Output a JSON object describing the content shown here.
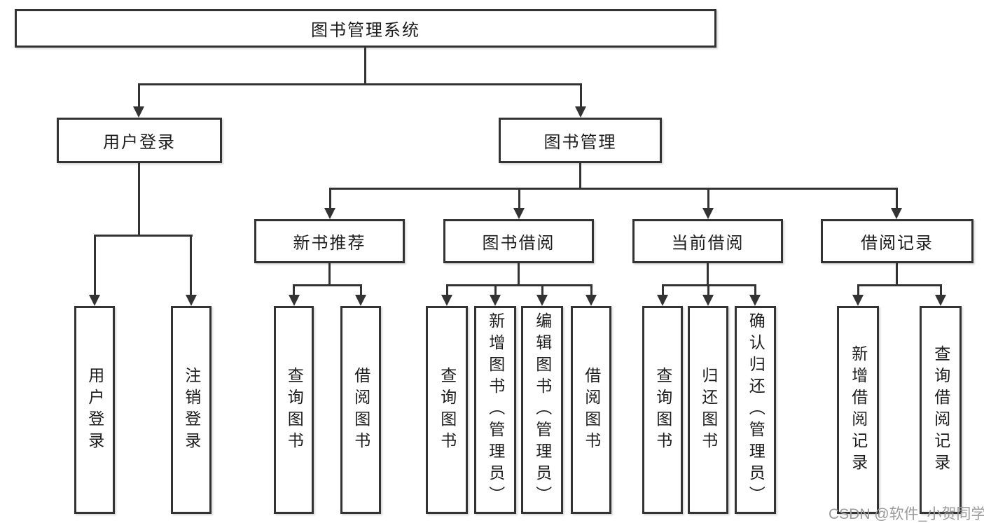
{
  "diagram": {
    "title": "图书管理系统",
    "branches": [
      {
        "label": "用户登录",
        "children": [
          {
            "label": "用户登录"
          },
          {
            "label": "注销登录"
          }
        ]
      },
      {
        "label": "图书管理",
        "children": [
          {
            "label": "新书推荐",
            "children": [
              {
                "label": "查询图书"
              },
              {
                "label": "借阅图书"
              }
            ]
          },
          {
            "label": "图书借阅",
            "children": [
              {
                "label": "查询图书"
              },
              {
                "label": "新增图书（管理员）"
              },
              {
                "label": "编辑图书（管理员）"
              },
              {
                "label": "借阅图书"
              }
            ]
          },
          {
            "label": "当前借阅",
            "children": [
              {
                "label": "查询图书"
              },
              {
                "label": "归还图书"
              },
              {
                "label": "确认归还（管理员）"
              }
            ]
          },
          {
            "label": "借阅记录",
            "children": [
              {
                "label": "新增借阅记录"
              },
              {
                "label": "查询借阅记录"
              }
            ]
          }
        ]
      }
    ]
  },
  "watermark": {
    "text": "CSDN @软件_小贺同学"
  },
  "colors": {
    "line": "#333333",
    "text": "#1c1c1c",
    "background": "#ffffff",
    "watermark_text": "#9b9b9b"
  }
}
